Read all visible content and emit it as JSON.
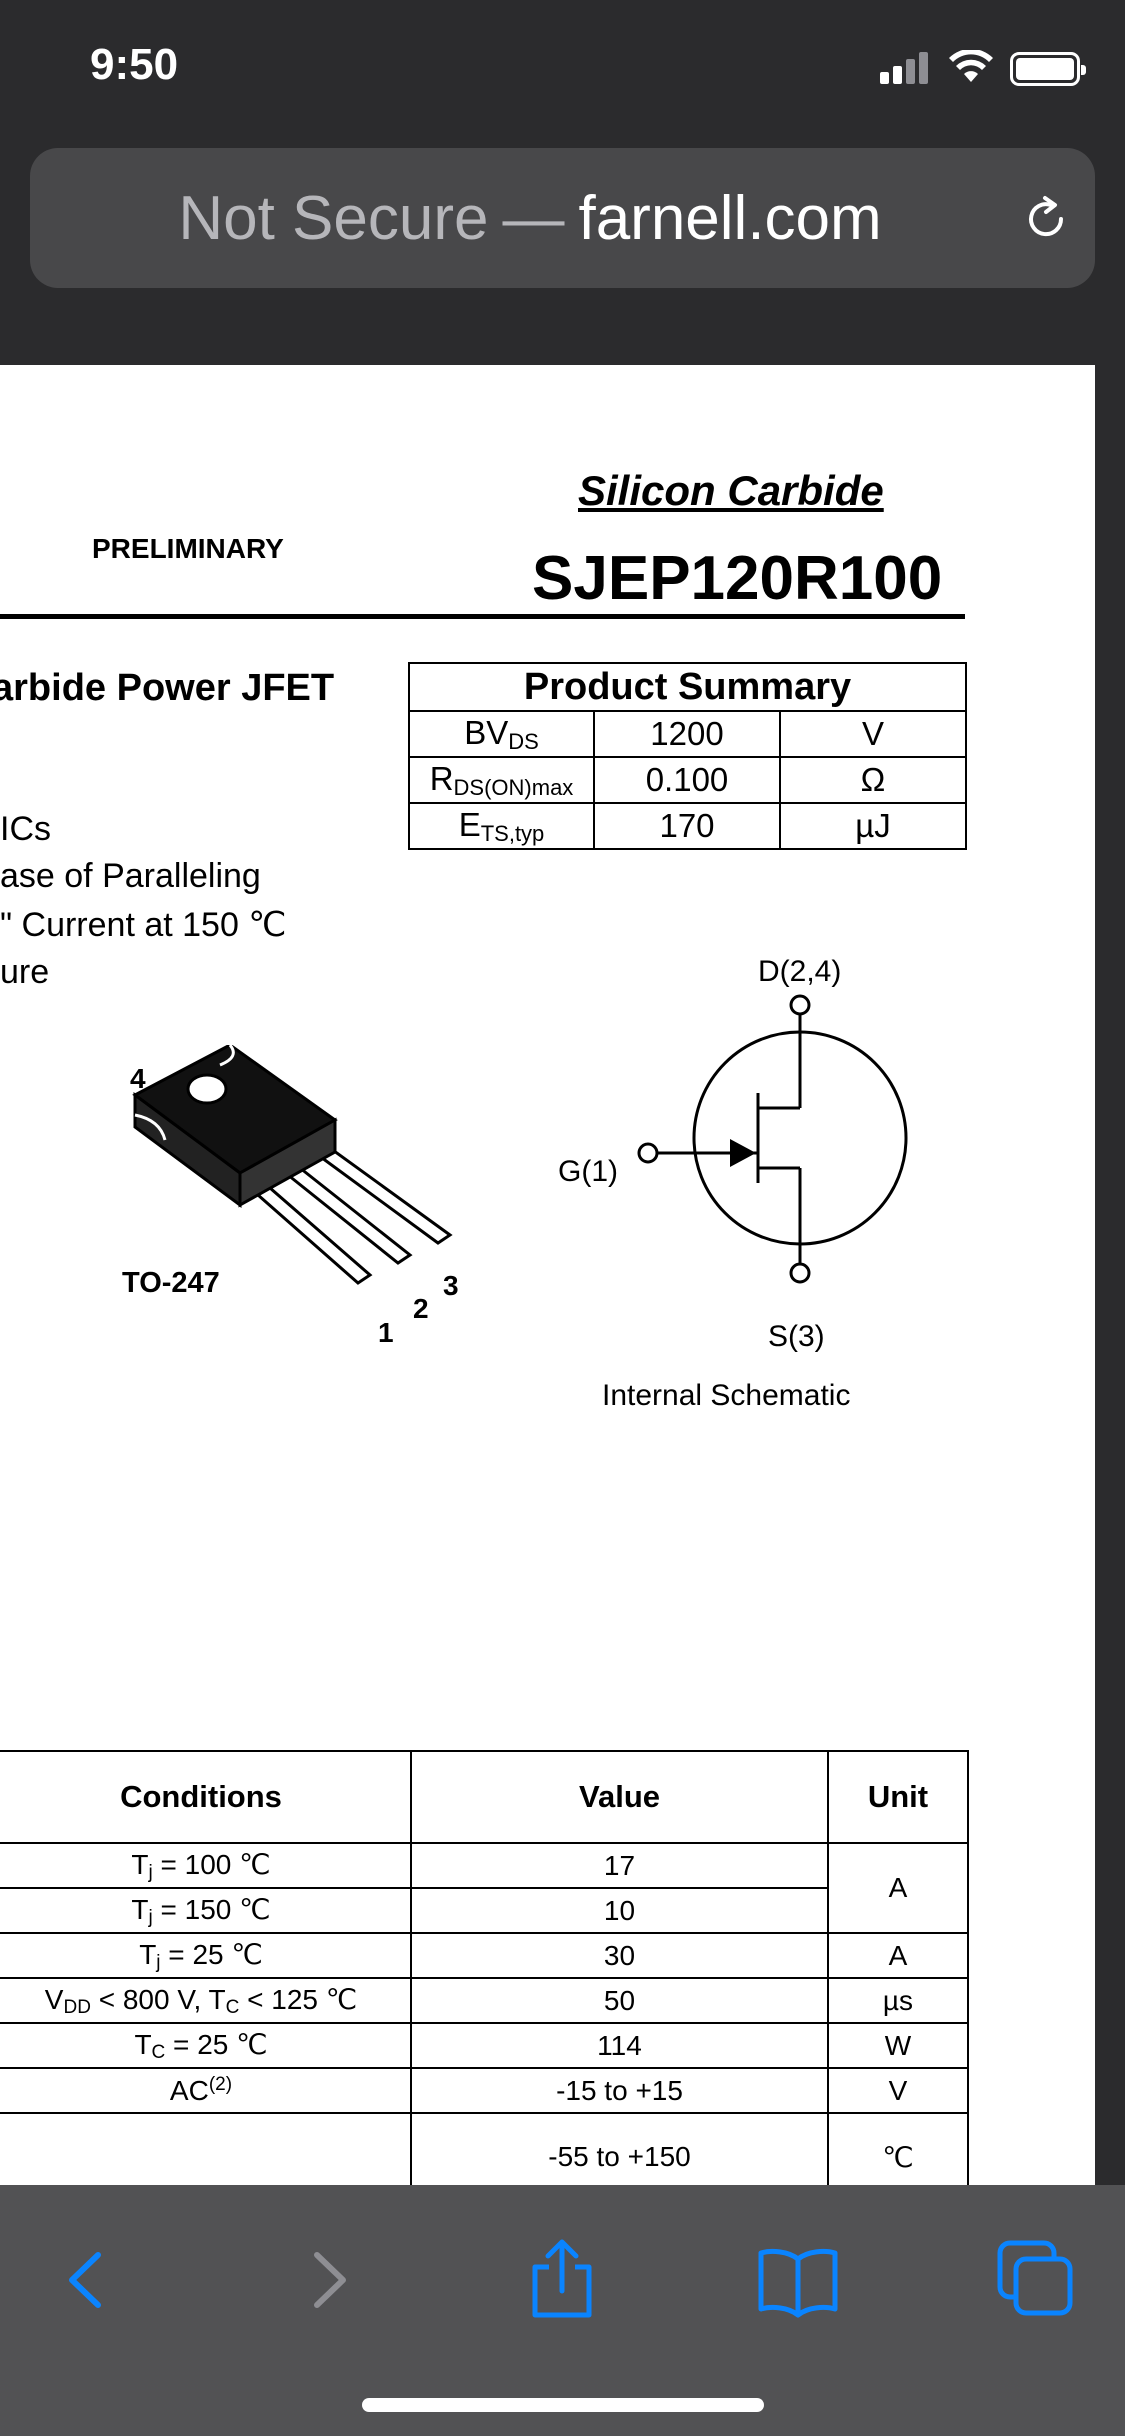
{
  "status_bar": {
    "time": "9:50"
  },
  "browser": {
    "url_insecure_label": "Not Secure",
    "url_separator": "—",
    "url_domain": "farnell.com"
  },
  "document": {
    "preliminary": "PRELIMINARY",
    "brand": "Silicon Carbide",
    "part_number": "SJEP120R100",
    "heading_partial": "arbide Power JFET",
    "features": [
      "ICs",
      "ase of Paralleling",
      "\" Current at 150 ℃",
      "ure"
    ],
    "product_summary": {
      "title": "Product Summary",
      "rows": [
        {
          "param": "BV",
          "sub": "DS",
          "value": "1200",
          "unit": "V"
        },
        {
          "param": "R",
          "sub": "DS(ON)max",
          "value": "0.100",
          "unit": "Ω"
        },
        {
          "param": "E",
          "sub": "TS,typ",
          "value": "170",
          "unit": "µJ"
        }
      ]
    },
    "package": {
      "name": "TO-247",
      "pins": [
        "4",
        "1",
        "2",
        "3"
      ]
    },
    "schematic": {
      "drain_label": "D(2,4)",
      "gate_label": "G(1)",
      "source_label": "S(3)",
      "caption": "Internal Schematic"
    },
    "ratings_table": {
      "headers": [
        "Conditions",
        "Value",
        "Unit"
      ],
      "rows": [
        {
          "cond_pre": "T",
          "cond_sub": "j",
          "cond_post": " = 100 ℃",
          "value": "17"
        },
        {
          "cond_pre": "T",
          "cond_sub": "j",
          "cond_post": " = 150 ℃",
          "value": "10"
        },
        {
          "cond_pre": "T",
          "cond_sub": "j",
          "cond_post": " = 25 ℃",
          "value": "30",
          "unit": "A"
        },
        {
          "cond_pre": "V",
          "cond_sub": "DD",
          "cond_post": " < 800 V, T",
          "cond_sub2": "C",
          "cond_post2": " < 125 ℃",
          "value": "50",
          "unit": "µs"
        },
        {
          "cond_pre": "T",
          "cond_sub": "C",
          "cond_post": " = 25 ℃",
          "value": "114",
          "unit": "W"
        },
        {
          "cond_pre": "AC",
          "cond_sup": "(2)",
          "value": "-15 to +15",
          "unit": "V"
        },
        {
          "value": "-55 to +150",
          "unit": "℃"
        }
      ],
      "merged_unit_top": "A"
    }
  },
  "colors": {
    "toolbar_icon": "#0a84ff",
    "toolbar_icon_disabled": "#8e8e93"
  }
}
